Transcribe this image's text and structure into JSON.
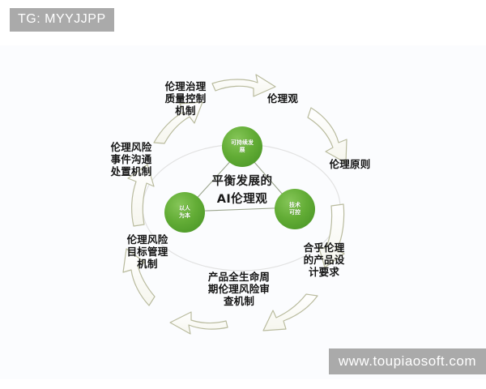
{
  "watermarks": {
    "top_left": "TG: MYYJJPP",
    "bottom_right": "www.toupiaosoft.com"
  },
  "diagram": {
    "center_text": "平衡发展的\nAI伦理观",
    "nodes": [
      {
        "id": "node-top",
        "label": "可持续发\n展",
        "color": "#5aa832"
      },
      {
        "id": "node-left",
        "label": "以人\n为本",
        "color": "#5aa832"
      },
      {
        "id": "node-right",
        "label": "技术\n可控",
        "color": "#5aa832"
      }
    ],
    "ring_labels": [
      {
        "id": "ring-label-ethics-governance",
        "text": "伦理治理\n质量控制\n机制"
      },
      {
        "id": "ring-label-ethics-view",
        "text": "伦理观"
      },
      {
        "id": "ring-label-ethics-principles",
        "text": "伦理原则"
      },
      {
        "id": "ring-label-product-design",
        "text": "合乎伦理\n的产品设\n计要求"
      },
      {
        "id": "ring-label-lifecycle-review",
        "text": "产品全生命周\n期伦理风险审\n查机制"
      },
      {
        "id": "ring-label-risk-target-mgmt",
        "text": "伦理风险\n目标管理\n机制"
      },
      {
        "id": "ring-label-risk-communication",
        "text": "伦理风险\n事件沟通\n处置机制"
      }
    ],
    "colors": {
      "node_fill": "#5aa832",
      "node_fill_light": "#7cbf4e",
      "arrow_stroke": "#b5b79a",
      "arrow_fill": "#fdfdf8",
      "ring_stroke": "#dcdcdc",
      "connector_stroke": "#9aa48c",
      "canvas_bg": "#fbfcfe",
      "watermark_bg": "#aaaaaa"
    }
  }
}
